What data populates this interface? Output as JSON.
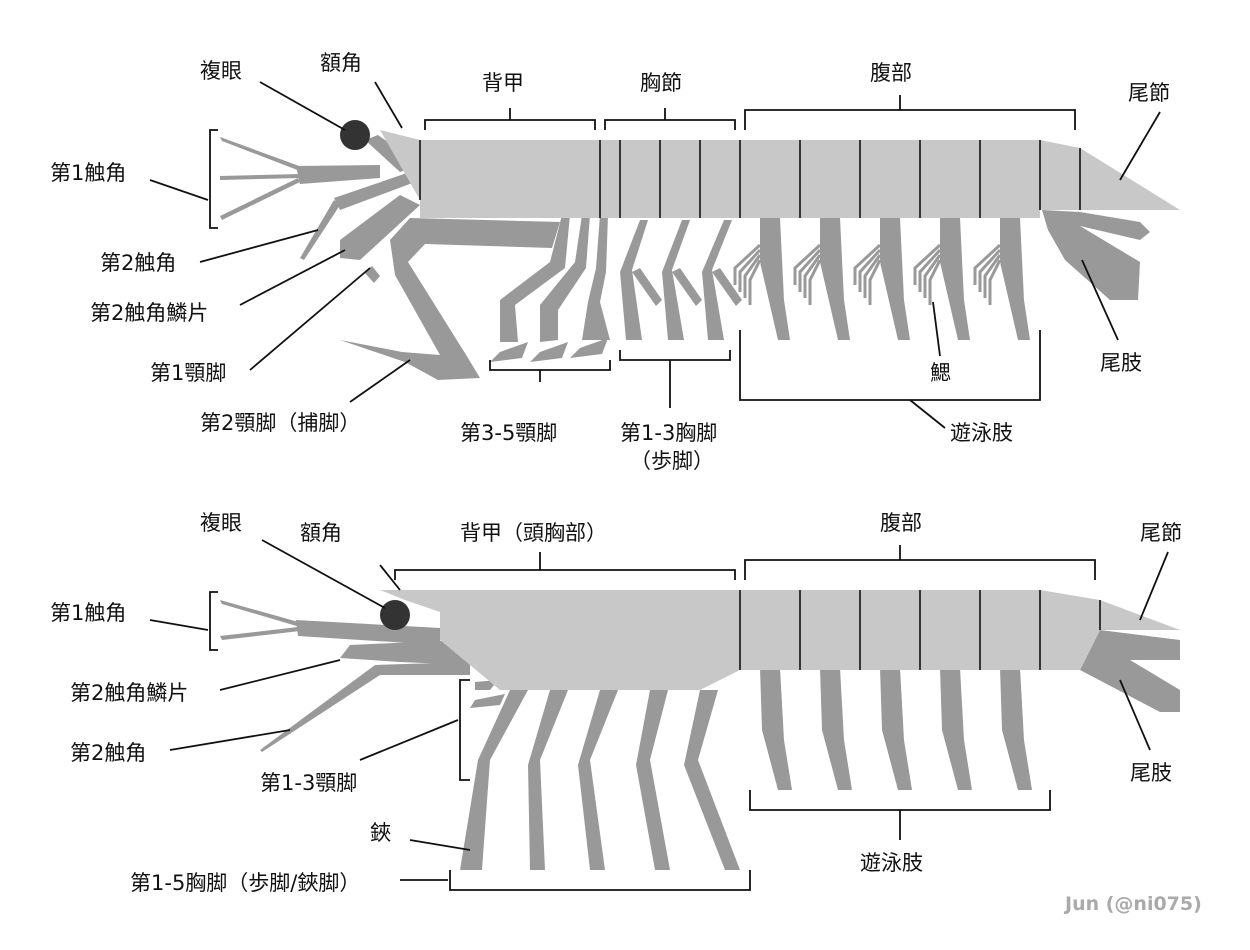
{
  "colors": {
    "body_light": "#c8c8c8",
    "limb_dark": "#999999",
    "eye": "#333333",
    "line": "#111111",
    "credit": "#aaaaaa"
  },
  "top": {
    "eye": "複眼",
    "rostrum": "額角",
    "carapace": "背甲",
    "thorax": "胸節",
    "abdomen": "腹部",
    "telson": "尾節",
    "antenna1": "第1触角",
    "antenna2": "第2触角",
    "antennal_scale": "第2触角鱗片",
    "maxilliped1": "第1顎脚",
    "maxilliped2": "第2顎脚（捕脚）",
    "maxilliped35": "第3-5顎脚",
    "pereiopod_l1": "第1-3胸脚",
    "pereiopod_l2": "（歩脚）",
    "gill": "鰓",
    "pleopods": "遊泳肢",
    "uropod": "尾肢"
  },
  "bottom": {
    "eye": "複眼",
    "rostrum": "額角",
    "carapace": "背甲（頭胸部）",
    "abdomen": "腹部",
    "telson": "尾節",
    "antenna1": "第1触角",
    "antennal_scale": "第2触角鱗片",
    "antenna2": "第2触角",
    "maxilliped13": "第1-3顎脚",
    "chela": "鋏",
    "pereiopods": "第1-5胸脚（歩脚/鋏脚）",
    "pleopods": "遊泳肢",
    "uropod": "尾肢"
  },
  "credit": "Jun (@ni075)"
}
